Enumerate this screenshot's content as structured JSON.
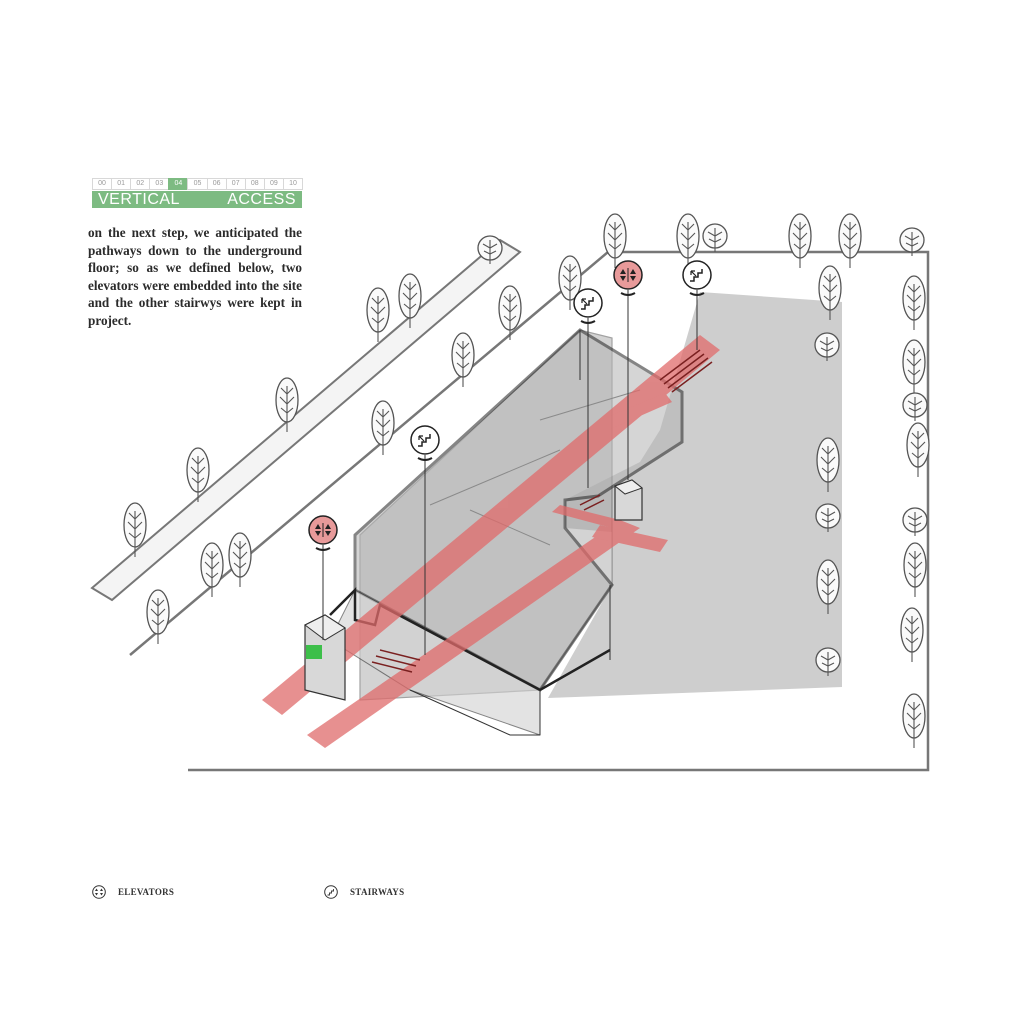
{
  "header": {
    "steps": [
      "00",
      "01",
      "02",
      "03",
      "04",
      "05",
      "06",
      "07",
      "08",
      "09",
      "10"
    ],
    "active_step": "04",
    "title_words": [
      "VERTICAL",
      "ACCESS"
    ]
  },
  "description": "on the next step, we anticipated the pathways down to the underground floor; so as we defined below, two elevators were embedded into the site and the other stairwys were kept in project.",
  "legend": {
    "elevators_label": "ELEVATORS",
    "stairways_label": "STAIRWAYS"
  },
  "colors": {
    "accent_green": "#7dbb82",
    "path_red": "#e06b6b",
    "elevator_marker": "#e89a9a",
    "plaza_gray": "#c9c9c9"
  },
  "icons": {
    "elevator": "elevator-icon",
    "stairway": "stairway-icon"
  }
}
